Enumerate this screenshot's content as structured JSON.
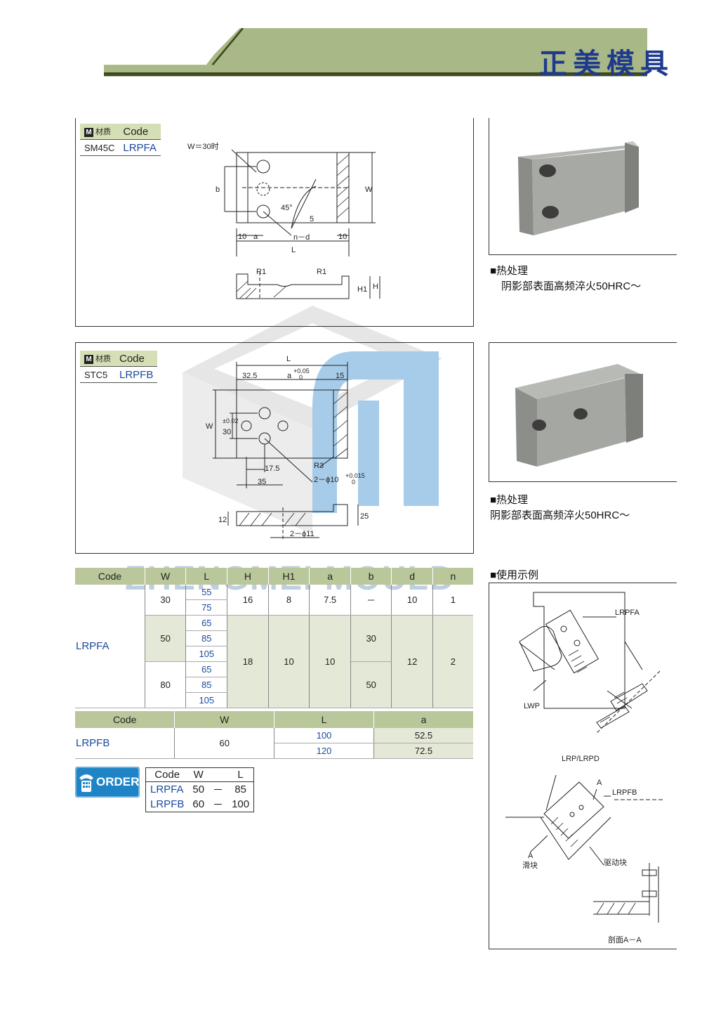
{
  "header": {
    "brand": "正美模具"
  },
  "watermark": {
    "text": "ZHENGMEI MOULD"
  },
  "lrpfa_spec": {
    "material_label": "材质",
    "code_header": "Code",
    "material": "SM45C",
    "code": "LRPFA",
    "drawing": {
      "w_note": "W＝30时",
      "dim_b": "b",
      "dim_w": "W",
      "angle": "45°",
      "dim_5": "5",
      "dim_10_left": "10",
      "dim_a": "a",
      "hole": "n－d",
      "dim_10_right": "10",
      "dim_l": "L",
      "r1_left": "R1",
      "r1_right": "R1",
      "dim_h1": "H1",
      "dim_h": "H"
    }
  },
  "lrpfa_heat": {
    "title": "■热处理",
    "desc": "阴影部表面高频淬火50HRC～"
  },
  "lrpfb_spec": {
    "material_label": "材质",
    "code_header": "Code",
    "material": "STC5",
    "code": "LRPFB",
    "drawing": {
      "dim_l": "L",
      "dim_32_5": "32.5",
      "dim_a": "a",
      "tol_a_upper": "+0.05",
      "tol_a_lower": "0",
      "dim_15": "15",
      "dim_w": "W",
      "dim_30": "30",
      "tol_30": "±0.02",
      "dim_17_5": "17.5",
      "dim_35": "35",
      "r3": "R3",
      "hole": "2－ϕ10",
      "tol_hole_upper": "+0.015",
      "tol_hole_lower": "0",
      "dim_12": "12",
      "dim_25": "25",
      "hole2": "2－ϕ11"
    }
  },
  "lrpfb_heat": {
    "title": "■热处理",
    "desc": "阴影部表面高频淬火50HRC～"
  },
  "table_a": {
    "headers": [
      "Code",
      "W",
      "L",
      "H",
      "H1",
      "a",
      "b",
      "d",
      "n"
    ],
    "code": "LRPFA",
    "w30": "30",
    "w50": "50",
    "w80": "80",
    "l30": [
      "55",
      "75"
    ],
    "l50": [
      "65",
      "85",
      "105"
    ],
    "l80": [
      "65",
      "85",
      "105"
    ],
    "r30": {
      "H": "16",
      "H1": "8",
      "a": "7.5",
      "b": "－",
      "d": "10",
      "n": "1"
    },
    "r5080": {
      "H": "18",
      "H1": "10",
      "a": "10",
      "b50": "30",
      "b80": "50",
      "d": "12",
      "n": "2"
    }
  },
  "table_b": {
    "headers": [
      "Code",
      "W",
      "L",
      "a"
    ],
    "code": "LRPFB",
    "w": "60",
    "rows": [
      {
        "L": "100",
        "a": "52.5"
      },
      {
        "L": "120",
        "a": "72.5"
      }
    ]
  },
  "order": {
    "badge": "ORDER",
    "headers": [
      "Code",
      "W",
      "L"
    ],
    "rows": [
      {
        "code": "LRPFA",
        "w": "50",
        "dash": "－",
        "l": "85"
      },
      {
        "code": "LRPFB",
        "w": "60",
        "dash": "－",
        "l": "100"
      }
    ]
  },
  "usage": {
    "title": "■使用示例",
    "labels": {
      "lrpfa": "LRPFA",
      "lwp": "LWP",
      "lrp_lrpd": "LRP/LRPD",
      "a_mark": "A",
      "lrpfb": "LRPFB",
      "a_slide": "A",
      "slide": "滑块",
      "drive": "驱动块",
      "section": "剖面A－A"
    }
  },
  "colors": {
    "band": "#a8b886",
    "band_dark": "#3f4a1f",
    "brand": "#1f3a8c",
    "code_blue": "#1b4a9c",
    "header_cell": "#b9c79a"
  }
}
